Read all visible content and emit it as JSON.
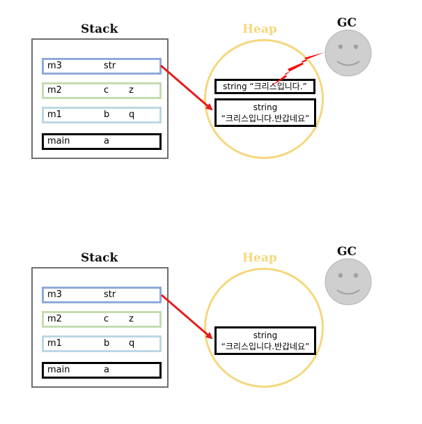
{
  "panels": [
    {
      "stack_title": "Stack",
      "heap_title": "Heap",
      "gc_title": "GC",
      "frames": [
        {
          "name": "m3",
          "vars": [
            "str",
            ""
          ],
          "color": "#8eaadb"
        },
        {
          "name": "m2",
          "vars": [
            "c",
            "z"
          ],
          "color": "#c5dcb0"
        },
        {
          "name": "m1",
          "vars": [
            "b",
            "q"
          ],
          "color": "#bcd7e4"
        },
        {
          "name": "main",
          "vars": [
            "a",
            ""
          ],
          "color": "#000000"
        }
      ],
      "heap_objects": [
        {
          "label": "string “크리스입니다.”"
        },
        {
          "type": "string",
          "value": "“크리스입니다.반갑네요”"
        }
      ],
      "gc_collecting": true
    },
    {
      "stack_title": "Stack",
      "heap_title": "Heap",
      "gc_title": "GC",
      "frames": [
        {
          "name": "m3",
          "vars": [
            "str",
            ""
          ],
          "color": "#8eaadb"
        },
        {
          "name": "m2",
          "vars": [
            "c",
            "z"
          ],
          "color": "#c5dcb0"
        },
        {
          "name": "m1",
          "vars": [
            "b",
            "q"
          ],
          "color": "#bcd7e4"
        },
        {
          "name": "main",
          "vars": [
            "a",
            ""
          ],
          "color": "#000000"
        }
      ],
      "heap_objects": [
        {
          "type": "string",
          "value": "“크리스입니다.반갑네요”"
        }
      ],
      "gc_collecting": false
    }
  ],
  "colors": {
    "reference_arrow": "#e31c1c",
    "lightning": "#ff0000",
    "heap": "#f6d77d",
    "gc_face": "#cfcfcf"
  }
}
